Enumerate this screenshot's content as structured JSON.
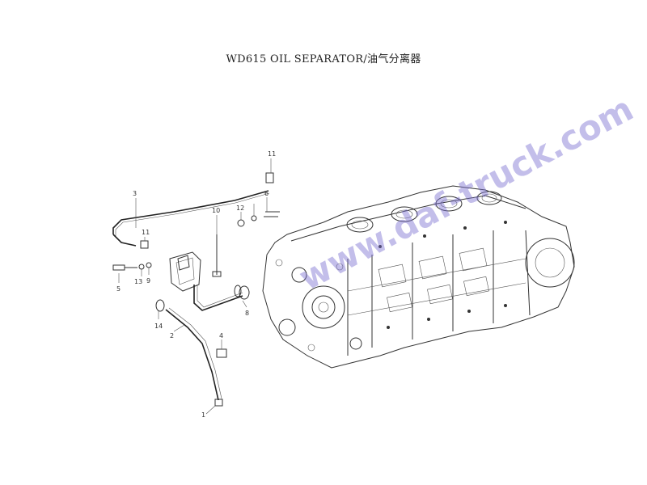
{
  "diagram": {
    "title": "WD615 OIL SEPARATOR/油气分离器",
    "watermark": "www.daf-truck.com",
    "callouts": [
      "11",
      "3",
      "10",
      "6",
      "12",
      "11",
      "5",
      "13",
      "9",
      "8",
      "14",
      "2",
      "4",
      "1"
    ],
    "colors": {
      "line": "#333333",
      "watermark": "#7b6fd0"
    }
  }
}
